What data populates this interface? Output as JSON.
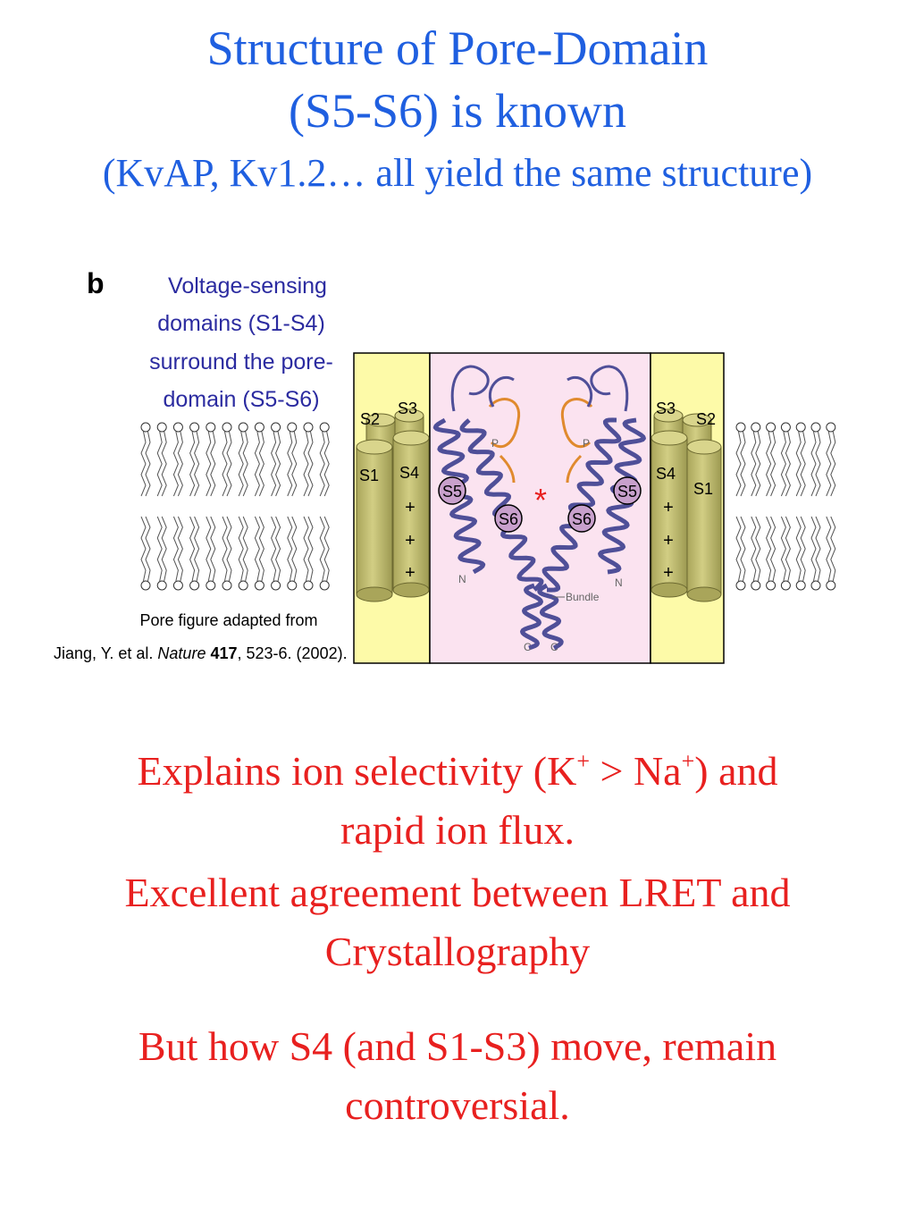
{
  "title": {
    "line1": "Structure of Pore-Domain",
    "line2": "(S5-S6) is known",
    "line3": "(KvAP, Kv1.2… all yield the same structure)"
  },
  "figure": {
    "panel_letter": "b",
    "caption_lines": [
      "Voltage-sensing",
      "domains (S1-S4)",
      "surround the pore-",
      "domain (S5-S6)"
    ],
    "credit_line1": "Pore figure adapted from",
    "credit_prefix": "Jiang, Y. et al. ",
    "credit_journal": "Nature",
    "credit_volume": "417",
    "credit_suffix": ", 523-6. (2002).",
    "segments": {
      "s1": "S1",
      "s2": "S2",
      "s3": "S3",
      "s4": "S4",
      "s5": "S5",
      "s6": "S6"
    },
    "charge": "+",
    "pore_labels": {
      "p": "P",
      "n": "N",
      "c": "C",
      "bundle": "Bundle",
      "star": "*"
    },
    "colors": {
      "vsd_bg": "#fdfaa8",
      "pore_bg": "#fbe3f0",
      "cylinder": "#c6c273",
      "helix": "#4f4f98",
      "loop": "#e08a2e",
      "circle": "#c8a0cc"
    }
  },
  "body": {
    "line1_a": "Explains ion selectivity (K",
    "sup1": "+",
    "line1_b": " > Na",
    "sup2": "+",
    "line1_c": ") and",
    "line2": "rapid ion flux.",
    "line3": "Excellent agreement between LRET and",
    "line4": "Crystallography",
    "line5": "But how S4 (and S1-S3) move, remain",
    "line6": "controversial."
  }
}
